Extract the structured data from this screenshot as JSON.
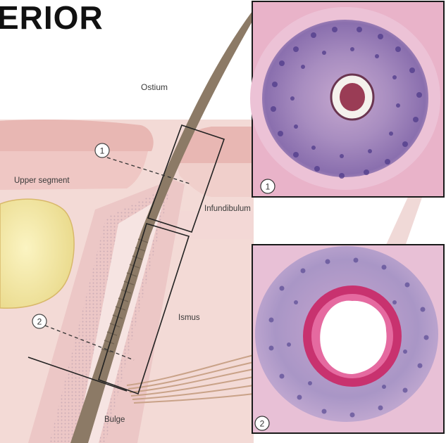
{
  "heading": "ERIOR",
  "labels": {
    "ostium": "Ostium",
    "upper_segment": "Upper segment",
    "infundibulum": "Infundibulum",
    "isthmus": "Ismus",
    "bulge": "Bulge"
  },
  "markers": {
    "marker_1": "1",
    "marker_2": "2"
  },
  "insets": {
    "inset_1_number": "1",
    "inset_2_number": "2"
  },
  "colors": {
    "dermis": "#f0d3cf",
    "epidermis": "#e7b9b6",
    "fat": "#f3e7a8",
    "hair_shaft": "#8c7a66",
    "stain_purple": "#8a6fae",
    "stain_magenta": "#c8326f",
    "stain_pink": "#eab6cf"
  }
}
